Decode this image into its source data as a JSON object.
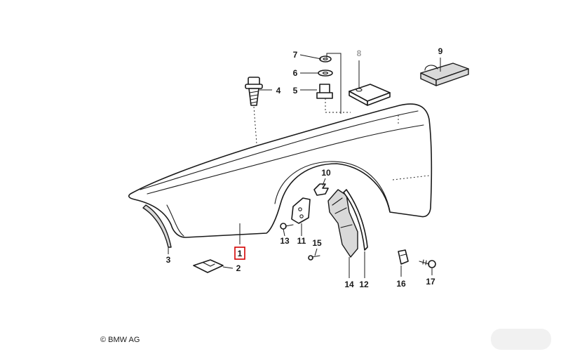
{
  "diagram": {
    "copyright": "© BMW AG",
    "highlighted_part": "1",
    "parts": [
      {
        "number": "1"
      },
      {
        "number": "2"
      },
      {
        "number": "3"
      },
      {
        "number": "4"
      },
      {
        "number": "5"
      },
      {
        "number": "6"
      },
      {
        "number": "7"
      },
      {
        "number": "8"
      },
      {
        "number": "9"
      },
      {
        "number": "10"
      },
      {
        "number": "11"
      },
      {
        "number": "12"
      },
      {
        "number": "13"
      },
      {
        "number": "14"
      },
      {
        "number": "15"
      },
      {
        "number": "16"
      },
      {
        "number": "17"
      }
    ],
    "colors": {
      "line": "#1a1a1a",
      "highlight": "#d40000",
      "inactive_label": "#a0a0a0"
    }
  }
}
